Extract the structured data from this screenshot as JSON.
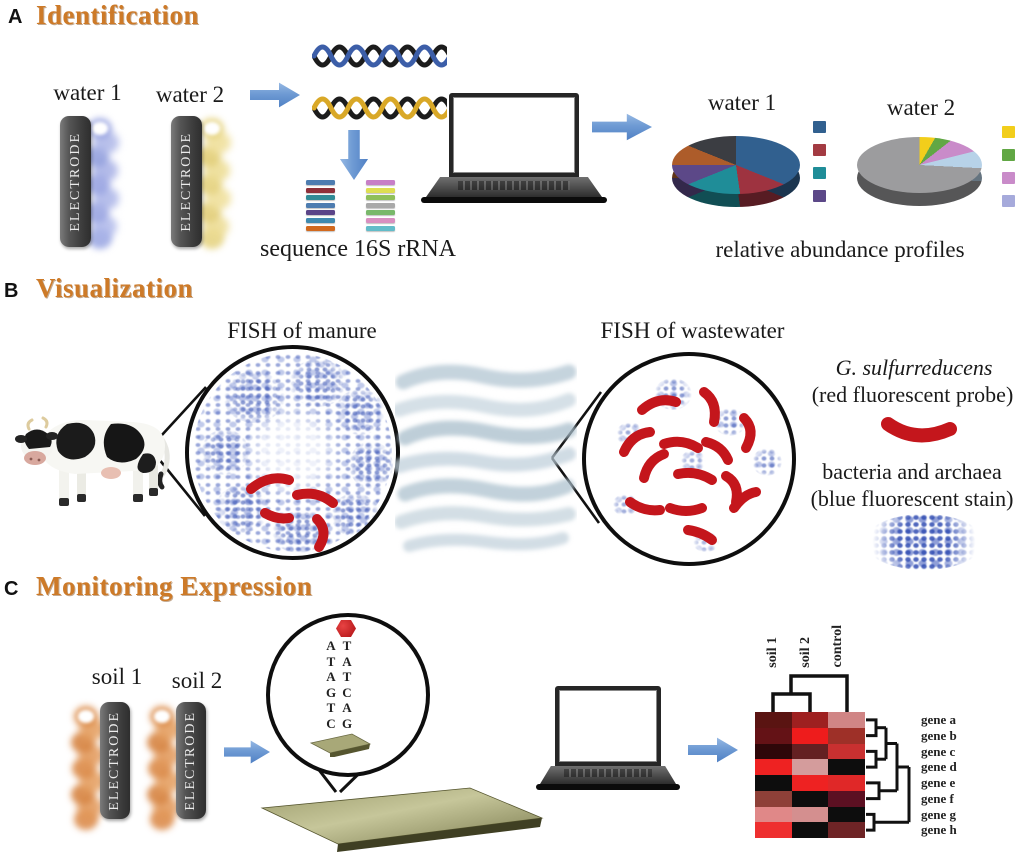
{
  "panelA": {
    "letter": "A",
    "title": "Identification",
    "water1_label": "water 1",
    "water2_label": "water 2",
    "electrode_text": "ELECTRODE",
    "sequence_caption": "sequence 16S rRNA",
    "abundance_caption": "relative abundance profiles",
    "seq_bars_left": [
      "#4d7cb0",
      "#8e3039",
      "#2f8b96",
      "#4d7cb0",
      "#5a4488",
      "#3f8ab0",
      "#d2691e"
    ],
    "seq_bars_right": [
      "#c77fc7",
      "#dede52",
      "#8fbf5a",
      "#a9a9a9",
      "#79b86a",
      "#d88fc0",
      "#62bcc9"
    ],
    "pie1": {
      "title": "water 1",
      "slices": [
        {
          "color": "#31608f",
          "from": 0,
          "to": 112
        },
        {
          "color": "#9e3340",
          "from": 112,
          "to": 172
        },
        {
          "color": "#1f8d98",
          "from": 172,
          "to": 248
        },
        {
          "color": "#5c4888",
          "from": 248,
          "to": 270
        },
        {
          "color": "#ad5c2a",
          "from": 270,
          "to": 292
        },
        {
          "color": "#3b3d42",
          "from": 292,
          "to": 360
        }
      ],
      "legend": [
        "#31608f",
        "#a33b42",
        "#1f8d98",
        "#5c4888"
      ]
    },
    "pie2": {
      "title": "water 2",
      "slices": [
        {
          "color": "#f2ce1b",
          "from": 0,
          "to": 30
        },
        {
          "color": "#61a744",
          "from": 30,
          "to": 52
        },
        {
          "color": "#c98bc9",
          "from": 52,
          "to": 76
        },
        {
          "color": "#b7d2e8",
          "from": 76,
          "to": 93
        },
        {
          "color": "#9c9c9e",
          "from": 93,
          "to": 360
        }
      ],
      "legend": [
        "#f2ce1b",
        "#61a744",
        "#c98bc9",
        "#a6aadb"
      ]
    }
  },
  "panelB": {
    "letter": "B",
    "title": "Visualization",
    "manure_label": "FISH of manure",
    "wastewater_label": "FISH of wastewater",
    "probe_name": "G. sulfurreducens",
    "probe_desc": "(red fluorescent probe)",
    "stain_name": "bacteria and archaea",
    "stain_desc": "(blue fluorescent stain)"
  },
  "panelC": {
    "letter": "C",
    "title": "Monitoring Expression",
    "soil1_label": "soil 1",
    "soil2_label": "soil 2",
    "electrode_text": "ELECTRODE",
    "dna_left": [
      "A",
      "T",
      "A",
      "G",
      "T",
      "C"
    ],
    "dna_right": [
      "T",
      "A",
      "T",
      "C",
      "A",
      "G"
    ],
    "heatmap": {
      "col_labels": [
        "soil 1",
        "soil 2",
        "control"
      ],
      "row_labels": [
        "gene a",
        "gene b",
        "gene c",
        "gene d",
        "gene e",
        "gene f",
        "gene g",
        "gene h"
      ],
      "cells": [
        [
          "#5a1412",
          "#9e2020",
          "#d08585"
        ],
        [
          "#641216",
          "#ee1c1c",
          "#9e3028"
        ],
        [
          "#2e0709",
          "#642022",
          "#c93030"
        ],
        [
          "#ee2222",
          "#d49c9c",
          "#0d0d0d"
        ],
        [
          "#0d0d0d",
          "#ee2222",
          "#e02828"
        ],
        [
          "#8e4038",
          "#0d0d0d",
          "#5c1022"
        ],
        [
          "#e08888",
          "#d48f8f",
          "#0d0d0d"
        ],
        [
          "#ee2f2f",
          "#0d0d0d",
          "#6e2426"
        ]
      ]
    }
  }
}
